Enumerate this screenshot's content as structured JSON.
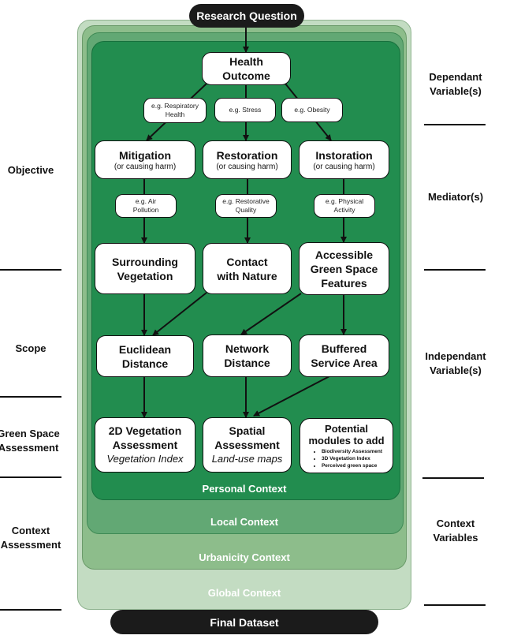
{
  "header": {
    "research_question": "Research Question",
    "final_dataset": "Final Dataset"
  },
  "contexts": {
    "personal": "Personal Context",
    "local": "Local Context",
    "urbanicity": "Urbanicity Context",
    "global": "Global Context"
  },
  "nodes": {
    "health_outcome": "Health\nOutcome",
    "mitigation": {
      "title": "Mitigation",
      "sub": "(or causing harm)"
    },
    "restoration": {
      "title": "Restoration",
      "sub": "(or causing harm)"
    },
    "instoration": {
      "title": "Instoration",
      "sub": "(or causing harm)"
    },
    "surrounding_vegetation": "Surrounding\nVegetation",
    "contact_with_nature": "Contact\nwith Nature",
    "accessible_features": "Accessible\nGreen Space\nFeatures",
    "euclidean_distance": "Euclidean\nDistance",
    "network_distance": "Network\nDistance",
    "buffered_service_area": "Buffered\nService Area",
    "vegetation_assessment": {
      "title": "2D Vegetation\nAssessment",
      "sub": "Vegetation Index"
    },
    "spatial_assessment": {
      "title": "Spatial\nAssessment",
      "sub": "Land-use maps"
    },
    "potential_modules": {
      "title": "Potential\nmodules to add",
      "items": [
        "Biodiversity Assessment",
        "3D Vegetation Index",
        "Perceived green space"
      ]
    }
  },
  "examples": {
    "respiratory": "e.g. Respiratory\nHealth",
    "stress": "e.g. Stress",
    "obesity": "e.g. Obesity",
    "air_pollution": "e.g. Air\nPollution",
    "restorative_quality": "e.g. Restorative\nQuality",
    "physical_activity": "e.g. Physical\nActivity"
  },
  "left_labels": {
    "objective": "Objective",
    "scope": "Scope",
    "green_space_assessment": "Green Space\nAssessment",
    "context_assessment": "Context\nAssessment"
  },
  "right_labels": {
    "dependant": "Dependant\nVariable(s)",
    "mediator": "Mediator(s)",
    "independant": "Independant\nVariable(s)",
    "context_variables": "Context\nVariables"
  },
  "colors": {
    "personal": "#228d4f",
    "local": "#62a874",
    "urbanicity": "#8dbd8b",
    "global": "#c3dcc2",
    "pill": "#1b1b1b"
  }
}
